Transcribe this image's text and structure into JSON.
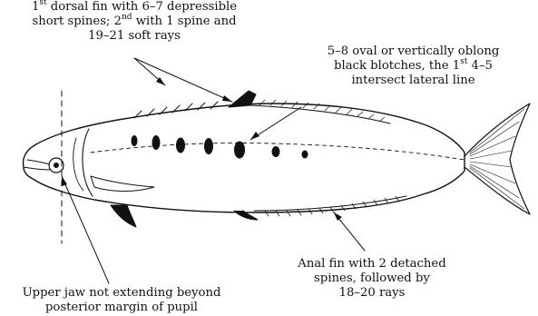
{
  "diagram": {
    "title": "",
    "subject_icon": "fish-illustration-icon",
    "colors": {
      "line": "#111111",
      "fill": "#ffffff",
      "spot": "#111111"
    },
    "callouts": {
      "dorsal_fin": {
        "line1_pre": "1",
        "line1_sup": "st",
        "line1_post": " dorsal fin with 6–7 depressible",
        "line2_pre": "short spines; 2",
        "line2_sup": "nd",
        "line2_post": " with 1 spine and",
        "line3": "19–21 soft rays"
      },
      "blotches": {
        "line1": "5–8 oval or vertically oblong",
        "line2": "black blotches, the 1",
        "line2_sup": "st",
        "line2_post": " 4–5",
        "line3": "intersect lateral line"
      },
      "anal_fin": {
        "line1": "Anal fin with 2 detached",
        "line2": "spines, followed by",
        "line3": "18–20 rays"
      },
      "upper_jaw": {
        "line1": "Upper jaw not extending beyond",
        "line2": "posterior margin of pupil"
      }
    }
  }
}
